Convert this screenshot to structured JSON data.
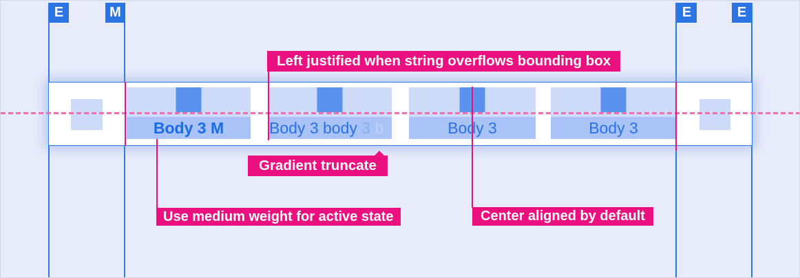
{
  "palette": {
    "background": "#e8ecfa",
    "guide_blue": "#2e7ae6",
    "marker_blue": "#2b74e4",
    "tab_light_blue": "#cddbf8",
    "tab_label_blue": "#aac3f6",
    "icon_blue": "#5b92ee",
    "text_blue": "#2a72e4",
    "active_text_blue": "#1a6be8",
    "magenta": "#ea107f",
    "dashed_pink": "#f06fae"
  },
  "guides": {
    "markers": [
      {
        "letter": "E"
      },
      {
        "letter": "M"
      },
      {
        "letter": "E"
      },
      {
        "letter": "E"
      }
    ]
  },
  "tabbar": {
    "tabs": [
      {
        "label": "Body 3 M",
        "state": "active",
        "alignment": "center",
        "weight": "medium"
      },
      {
        "label": "Body 3 body 3 b",
        "state": "default",
        "alignment": "left",
        "truncation": "gradient",
        "segments": {
          "main": "Body 3 body ",
          "fade1": "3",
          "fade2": " b"
        }
      },
      {
        "label": "Body 3",
        "state": "default",
        "alignment": "center"
      },
      {
        "label": "Body 3",
        "state": "default",
        "alignment": "center"
      }
    ]
  },
  "annotations": {
    "overflow": "Left justified when string overflows bounding box",
    "truncate": "Gradient truncate",
    "active_weight": "Use medium weight for active state",
    "center_aligned": "Center aligned by default"
  }
}
